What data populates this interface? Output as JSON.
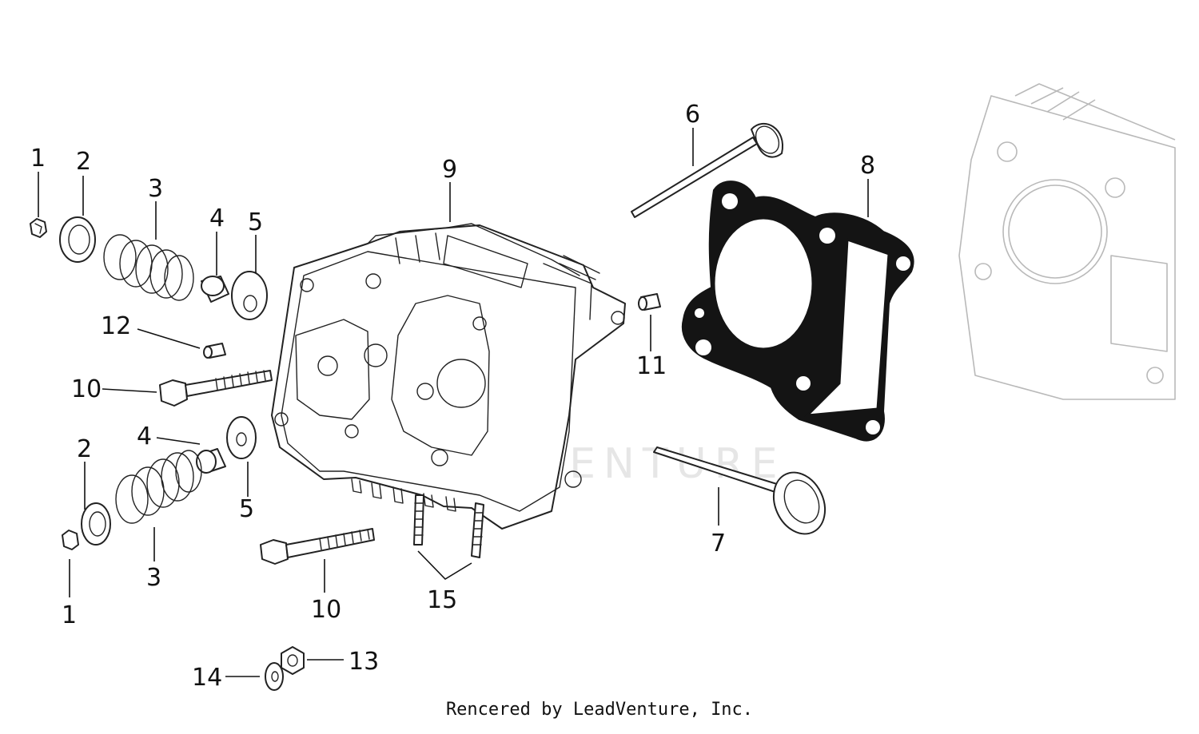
{
  "callouts": {
    "c1a": "1",
    "c2a": "2",
    "c3a": "3",
    "c4a": "4",
    "c5a": "5",
    "c12": "12",
    "c10a": "10",
    "c4b": "4",
    "c2b": "2",
    "c5b": "5",
    "c3b": "3",
    "c1b": "1",
    "c10b": "10",
    "c15": "15",
    "c14": "14",
    "c13": "13",
    "c9": "9",
    "c6": "6",
    "c8": "8",
    "c11": "11",
    "c7": "7"
  },
  "watermark": "LEADVENTURE",
  "credit": "Rencered by LeadVenture, Inc."
}
